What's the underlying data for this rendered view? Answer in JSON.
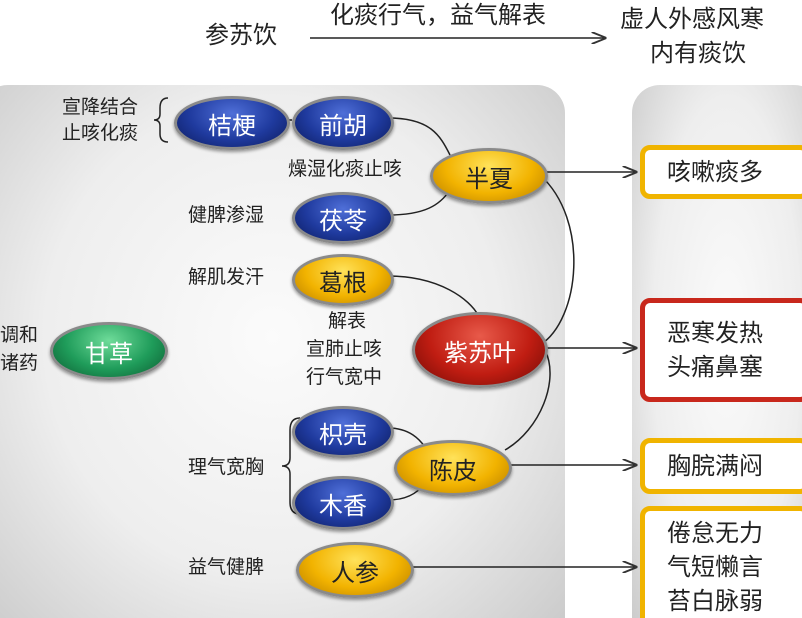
{
  "header": {
    "formula": "参苏饮",
    "method": "化痰行气，益气解表",
    "indication_line1": "虚人外感风寒",
    "indication_line2": "内有痰饮"
  },
  "herbs": {
    "jiegeng": "桔梗",
    "qianhu": "前胡",
    "banxia": "半夏",
    "fuling": "茯苓",
    "gegen": "葛根",
    "zisuye": "紫苏叶",
    "gancao": "甘草",
    "zhiqiao": "枳壳",
    "chenpi": "陈皮",
    "muxiang": "木香",
    "renshen": "人参"
  },
  "functions": {
    "jiegeng_qianhu_1": "宣降结合",
    "jiegeng_qianhu_2": "止咳化痰",
    "banxia": "燥湿化痰止咳",
    "fuling": "健脾渗湿",
    "gegen": "解肌发汗",
    "zisuye_1": "解表",
    "zisuye_2": "宣肺止咳",
    "zisuye_3": "行气宽中",
    "gancao_1": "调和",
    "gancao_2": "诸药",
    "zhiqiao_muxiang": "理气宽胸",
    "renshen": "益气健脾"
  },
  "symptoms": {
    "cough": "咳嗽痰多",
    "exterior_1": "恶寒发热",
    "exterior_2": "头痛鼻塞",
    "chest": "胸脘满闷",
    "deficiency_1": "倦怠无力",
    "deficiency_2": "气短懒言",
    "deficiency_3": "苔白脉弱"
  },
  "colors": {
    "blue": "#1f3a9e",
    "yellow": "#f2b300",
    "red": "#c01d12",
    "green": "#1f9c5a"
  }
}
